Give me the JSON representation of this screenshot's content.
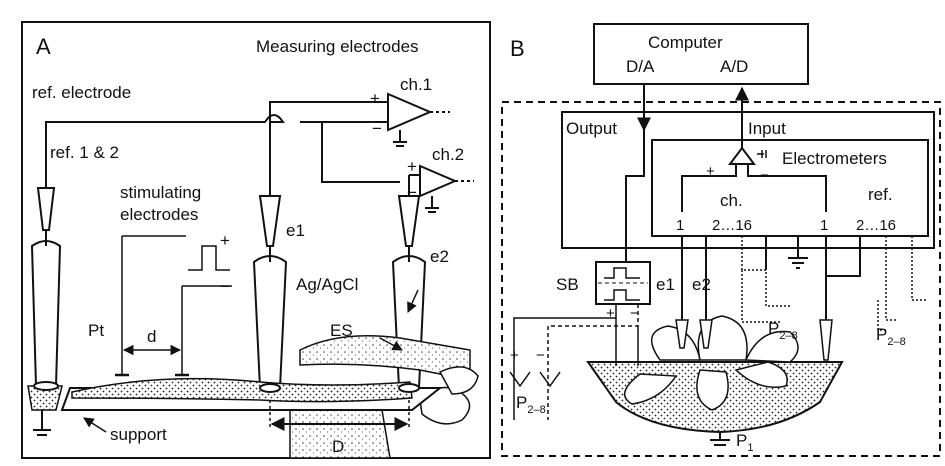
{
  "panelA": {
    "letter": "A",
    "measuring_electrodes": "Measuring electrodes",
    "ref_electrode": "ref. electrode",
    "ref_1_2": "ref. 1 & 2",
    "ch1": "ch.1",
    "ch2": "ch.2",
    "stimulating": "stimulating",
    "electrodes": "electrodes",
    "e1": "e1",
    "e2": "e2",
    "ag_agcl": "Ag/AgCl",
    "es": "ES",
    "pt": "Pt",
    "d": "d",
    "D": "D",
    "support": "support",
    "plus": "+",
    "minus": "−"
  },
  "panelB": {
    "letter": "B",
    "computer": "Computer",
    "da": "D/A",
    "ad": "A/D",
    "output": "Output",
    "input": "Input",
    "electrometers": "Electrometers",
    "ch": "ch.",
    "ref": "ref.",
    "one": "1",
    "range": "2…16",
    "sb": "SB",
    "e1": "e1",
    "e2": "e2",
    "p": "P",
    "p_sub_range": "2–8",
    "p_sub_1": "1",
    "plus": "+",
    "minus": "−"
  }
}
